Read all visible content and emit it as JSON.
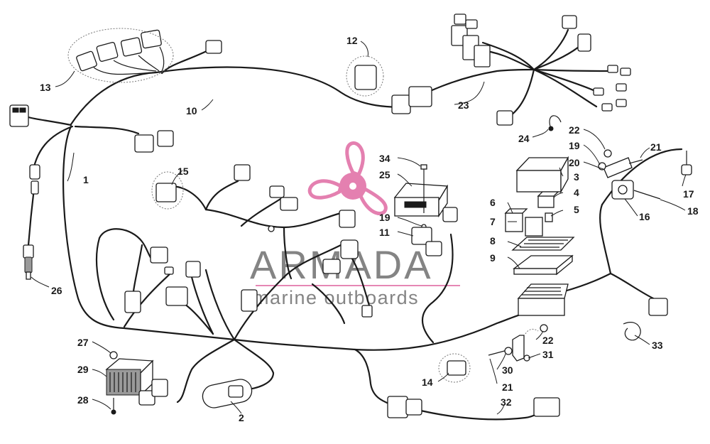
{
  "watermark": {
    "brand": "ARMADA",
    "tagline": "marine outboards",
    "logo_color": "#e06aa3",
    "text_color": "#6f6f6f"
  },
  "callouts": {
    "c1": "1",
    "c2": "2",
    "c3": "3",
    "c4": "4",
    "c5": "5",
    "c6": "6",
    "c7": "7",
    "c8": "8",
    "c9": "9",
    "c10": "10",
    "c11": "11",
    "c12": "12",
    "c13": "13",
    "c14": "14",
    "c15": "15",
    "c16": "16",
    "c17": "17",
    "c18": "18",
    "c19a": "19",
    "c19b": "19",
    "c20": "20",
    "c21a": "21",
    "c21b": "21",
    "c22a": "22",
    "c22b": "22",
    "c23": "23",
    "c24": "24",
    "c25": "25",
    "c26": "26",
    "c27": "27",
    "c28": "28",
    "c29": "29",
    "c30": "30",
    "c31": "31",
    "c32": "32",
    "c33": "33",
    "c34": "34"
  }
}
